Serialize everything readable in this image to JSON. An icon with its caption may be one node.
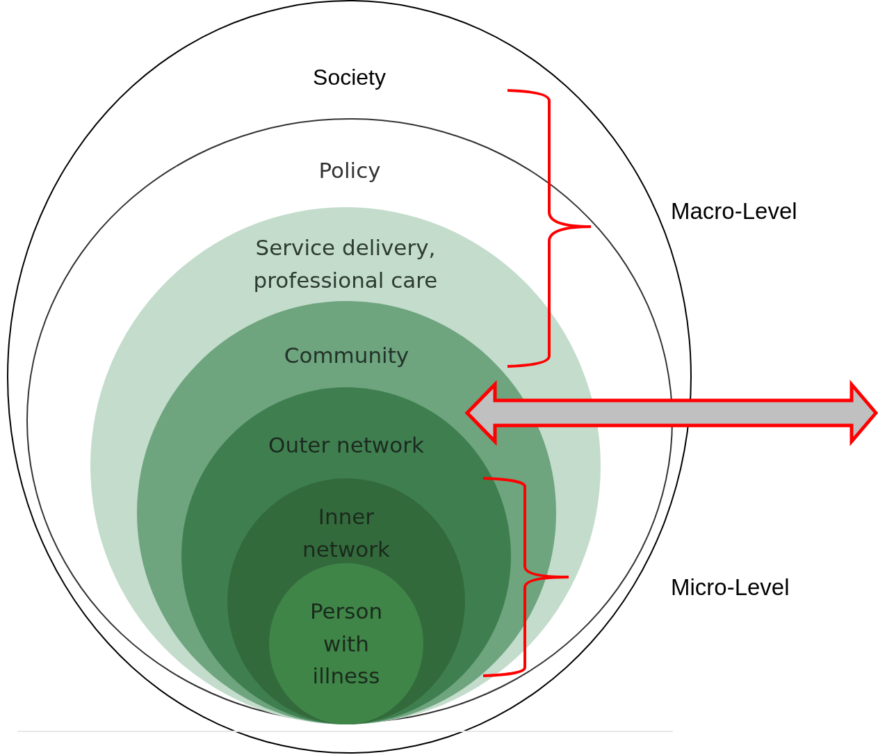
{
  "diagram": {
    "nodes": [
      {
        "text": [
          "Society"
        ]
      },
      {
        "text": [
          "Policy"
        ],
        "in": 0
      },
      {
        "text": [
          "Service delivery, professional care"
        ],
        "in": 1
      },
      {
        "text": [
          "Community"
        ],
        "in": 2
      },
      {
        "text": [
          "Outer network"
        ],
        "in": 3
      },
      {
        "text": [
          "Inner network"
        ],
        "in": 4
      },
      {
        "text": [
          "Person with illness"
        ],
        "in": 5
      }
    ],
    "labels": [
      "Macro-Level",
      "Micro-Level"
    ]
  }
}
